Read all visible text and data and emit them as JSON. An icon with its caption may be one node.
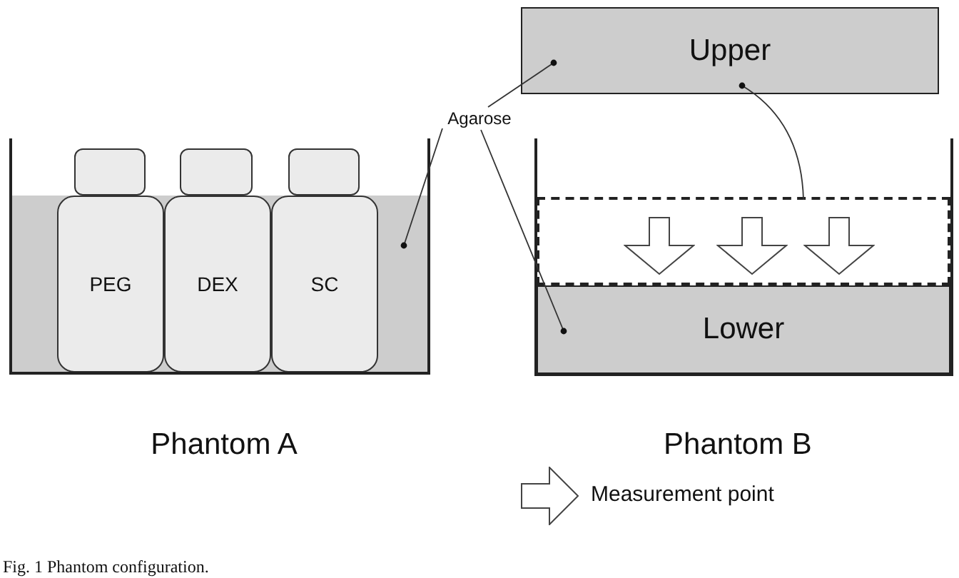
{
  "diagram": {
    "caption": "Fig. 1 Phantom configuration.",
    "nodes": [
      {
        "text": [
          "Upper"
        ]
      },
      {
        "text": [
          "Agarose"
        ]
      },
      {
        "text": [],
        "shape": "box"
      },
      {
        "text": [],
        "shape": "box"
      },
      {
        "text": [],
        "shape": "box"
      },
      {
        "text": [],
        "shape": "box"
      },
      {
        "text": [
          "PEG"
        ],
        "in": 5
      },
      {
        "text": [
          "DEX"
        ],
        "in": 5
      },
      {
        "text": [
          "SC"
        ],
        "in": 5
      },
      {
        "text": [],
        "shape": "box"
      },
      {
        "text": [
          "Lower"
        ]
      }
    ],
    "edges": [
      {
        "from": 1,
        "to": 0,
        "arrow": "other"
      },
      {
        "from": 1,
        "to": 5,
        "arrow": "other"
      },
      {
        "from": 1,
        "to": 10,
        "arrow": "other"
      },
      {
        "from": 9,
        "to": 0,
        "arrow": "other"
      }
    ],
    "labels": [
      "Phantom A",
      "Phantom B"
    ],
    "legend": [
      {
        "text": "Measurement point"
      }
    ]
  }
}
